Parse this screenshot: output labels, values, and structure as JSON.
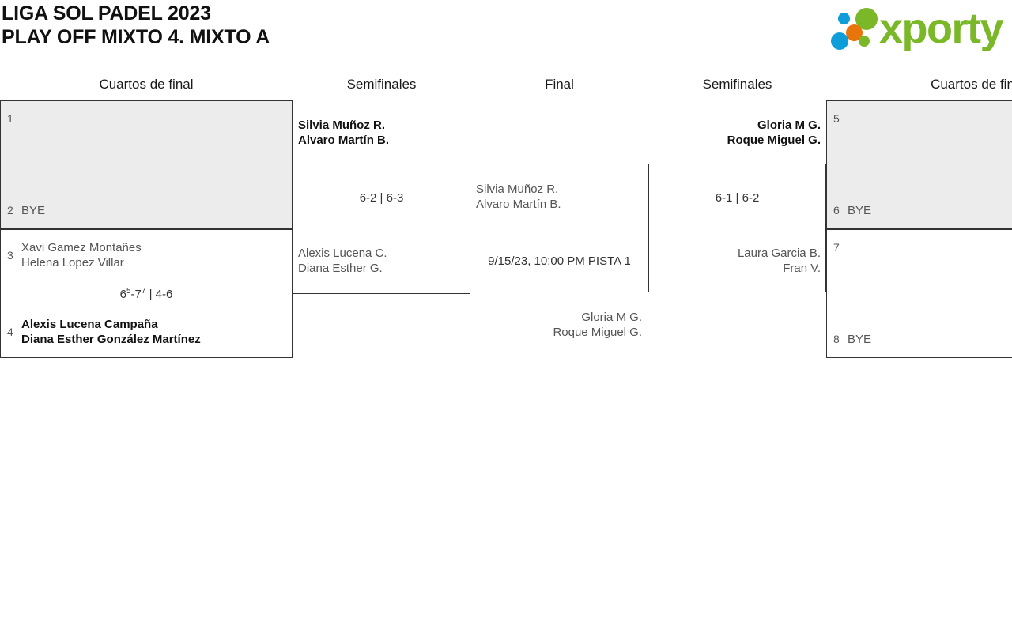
{
  "header": {
    "title_line_1": "LIGA SOL PADEL 2023",
    "title_line_2": "PLAY OFF MIXTO 4. MIXTO A",
    "logo": {
      "wordmark": "xporty",
      "wordmark_color": "#7ab828",
      "dot_blue": "#0d9dd9",
      "dot_orange": "#e8740c",
      "dot_green": "#7ab828"
    }
  },
  "rounds": {
    "qf_left": "Cuartos de final",
    "sf_left": "Semifinales",
    "final": "Final",
    "sf_right": "Semifinales",
    "qf_right": "Cuartos de fin"
  },
  "bracket": {
    "qf_left_top": {
      "top": {
        "seed": "1",
        "names": [
          "",
          ""
        ]
      },
      "bottom": {
        "seed": "2",
        "names": [
          "BYE"
        ]
      },
      "score": ""
    },
    "qf_left_bottom": {
      "top": {
        "seed": "3",
        "names": [
          "Xavi Gamez Montañes",
          "Helena Lopez Villar"
        ]
      },
      "bottom": {
        "seed": "4",
        "names": [
          "Alexis Lucena Campaña",
          "Diana Esther González Martínez"
        ]
      },
      "score_set1_games": "6",
      "score_set1_tb": "5",
      "score_set1_opp": "7",
      "score_set1_opp_tb": "7",
      "score_set2": "4-6",
      "score_display": "6⁵-7⁷ | 4-6"
    },
    "qf_right_top": {
      "top": {
        "seed": "5",
        "names": [
          "",
          ""
        ]
      },
      "bottom": {
        "seed": "6",
        "names": [
          "BYE"
        ]
      },
      "score": ""
    },
    "qf_right_bottom": {
      "top": {
        "seed": "7",
        "names": [
          "",
          ""
        ]
      },
      "bottom": {
        "seed": "8",
        "names": [
          "BYE"
        ]
      },
      "score": ""
    },
    "sf_left": {
      "team_top_line1": "Silvia Muñoz R.",
      "team_top_line2": "Alvaro Martín B.",
      "team_bottom_line1": "Alexis Lucena C.",
      "team_bottom_line2": "Diana Esther G.",
      "score": "6-2 | 6-3"
    },
    "sf_right": {
      "team_top_line1": "Gloria M G.",
      "team_top_line2": "Roque Miguel G.",
      "team_bottom_line1": "Laura Garcia B.",
      "team_bottom_line2": "Fran V.",
      "score": "6-1 | 6-2"
    },
    "final": {
      "team_left_line1": "Silvia Muñoz R.",
      "team_left_line2": "Alvaro Martín B.",
      "team_right_line1": "Gloria M G.",
      "team_right_line2": "Roque Miguel G.",
      "schedule": "9/15/23, 10:00 PM PISTA 1"
    }
  }
}
